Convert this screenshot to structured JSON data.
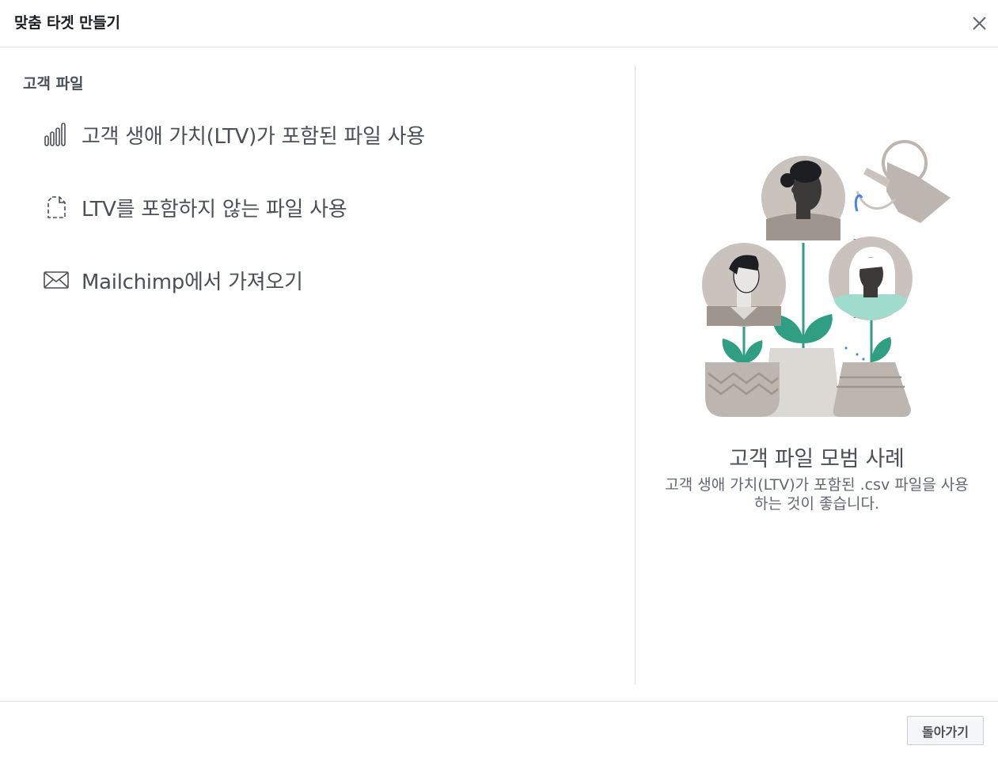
{
  "dialog": {
    "title": "맞춤 타겟 만들기",
    "close_icon": "close-icon"
  },
  "left": {
    "section_title": "고객 파일",
    "options": [
      {
        "label": "고객 생애 가치(LTV)가 포함된 파일 사용",
        "icon": "bar-chart-icon"
      },
      {
        "label": "LTV를 포함하지 않는 파일 사용",
        "icon": "file-icon"
      },
      {
        "label": "Mailchimp에서 가져오기",
        "icon": "envelope-icon"
      }
    ]
  },
  "right": {
    "title": "고객 파일 모범 사례",
    "description": "고객 생애 가치(LTV)가 포함된 .csv 파일을 사용하는 것이 좋습니다.",
    "colors": {
      "teal": "#2f9e83",
      "gray_circle": "#c9c2bd",
      "pot_dark": "#bdb5b0",
      "pot_light": "#dcd8d3",
      "mint": "#9fdccd",
      "blue": "#4c83e0"
    }
  },
  "footer": {
    "back_label": "돌아가기"
  }
}
